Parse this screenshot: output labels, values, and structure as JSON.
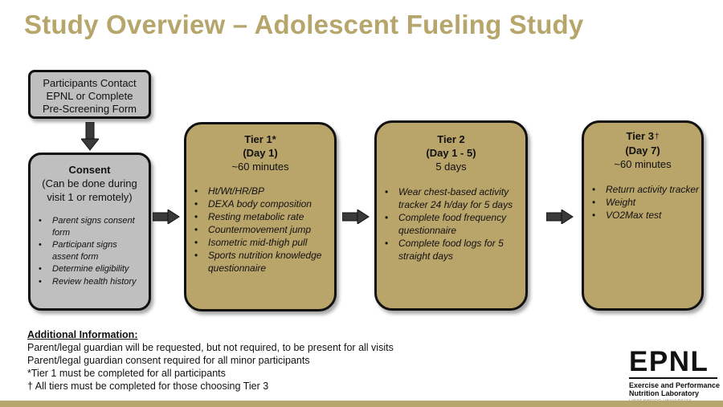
{
  "title": "Study Overview – Adolescent Fueling Study",
  "colors": {
    "gold": "#b9a46a",
    "title_gold": "#b6a66c",
    "gray": "#bfbfbf"
  },
  "pre_screen": {
    "lines": [
      "Participants Contact",
      "EPNL or Complete",
      "Pre-Screening Form"
    ]
  },
  "consent": {
    "heading": "Consent",
    "sub": [
      "(Can be done during",
      "visit 1 or remotely)"
    ],
    "bullets": [
      "Parent signs consent form",
      "Participant signs assent form",
      "Determine eligibility",
      "Review health history"
    ]
  },
  "tier1": {
    "heading": "Tier 1*",
    "day": "(Day 1)",
    "duration": "~60 minutes",
    "bullets": [
      "Ht/Wt/HR/BP",
      "DEXA body composition",
      "Resting metabolic rate",
      "Countermovement jump",
      "Isometric mid-thigh pull",
      "Sports nutrition knowledge questionnaire"
    ]
  },
  "tier2": {
    "heading": "Tier 2",
    "day": "(Day 1 - 5)",
    "duration": "5 days",
    "bullets": [
      "Wear chest-based activity tracker 24 h/day for 5 days",
      "Complete food frequency questionnaire",
      "Complete food logs for 5 straight days"
    ]
  },
  "tier3": {
    "heading": "Tier 3",
    "dagger": "†",
    "day": "(Day 7)",
    "duration": "~60 minutes",
    "bullets": [
      "Return activity tracker",
      "Weight",
      "VO2Max test"
    ]
  },
  "additional": {
    "heading": "Additional Information:",
    "lines": [
      "Parent/legal guardian will be requested, but not required, to be present for all visits",
      "Parent/legal guardian consent required for all minor participants",
      "*Tier 1 must be completed for all participants",
      "† All tiers must be completed for those choosing Tier 3"
    ]
  },
  "logo": {
    "mark": "EPNL",
    "line1": "Exercise and Performance",
    "line2": "Nutrition Laboratory",
    "line3": "LINDENWOOD UNIVERSITY"
  }
}
